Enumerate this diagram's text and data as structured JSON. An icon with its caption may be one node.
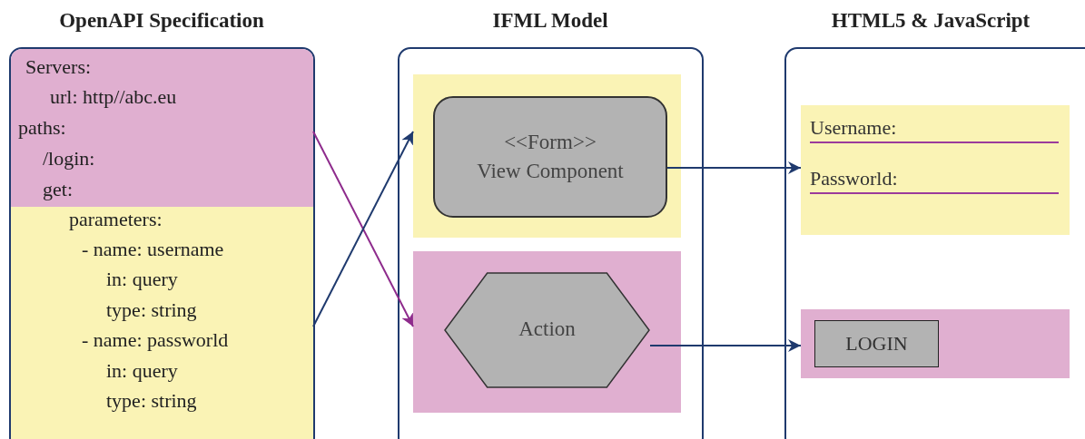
{
  "diagram": {
    "nodes": [
      {
        "text": [
          "OpenAPI Specification"
        ]
      },
      {
        "text": [
          "Servers:",
          "url: http//abc.eu",
          "paths:",
          "/login:",
          "get:"
        ],
        "in": 0
      },
      {
        "text": [
          "parameters:",
          "- name: username",
          "in: query",
          "type: string",
          "- name: passworld",
          "in: query",
          "type: string"
        ],
        "in": 0
      },
      {
        "text": [
          "IFML Model"
        ]
      },
      {
        "text": [],
        "shape": "box",
        "in": 3
      },
      {
        "text": [
          "<<Form>>",
          "View Component"
        ],
        "in": 4
      },
      {
        "text": [],
        "shape": "box",
        "in": 3
      },
      {
        "text": [
          "Action"
        ],
        "in": 6
      },
      {
        "text": [
          "HTML5 & JavaScript"
        ]
      },
      {
        "text": [
          "Username:",
          "Passworld:"
        ],
        "in": 8
      },
      {
        "text": [],
        "shape": "box",
        "in": 8
      },
      {
        "text": [
          "LOGIN"
        ],
        "in": 10
      }
    ],
    "edges": [
      {
        "from": 1,
        "to": 6,
        "arrow": "to",
        "color": "#8e2b8c"
      },
      {
        "from": 2,
        "to": 4,
        "arrow": "to"
      },
      {
        "from": 5,
        "to": 9,
        "arrow": "to"
      },
      {
        "from": 7,
        "to": 10,
        "arrow": "to"
      }
    ]
  }
}
